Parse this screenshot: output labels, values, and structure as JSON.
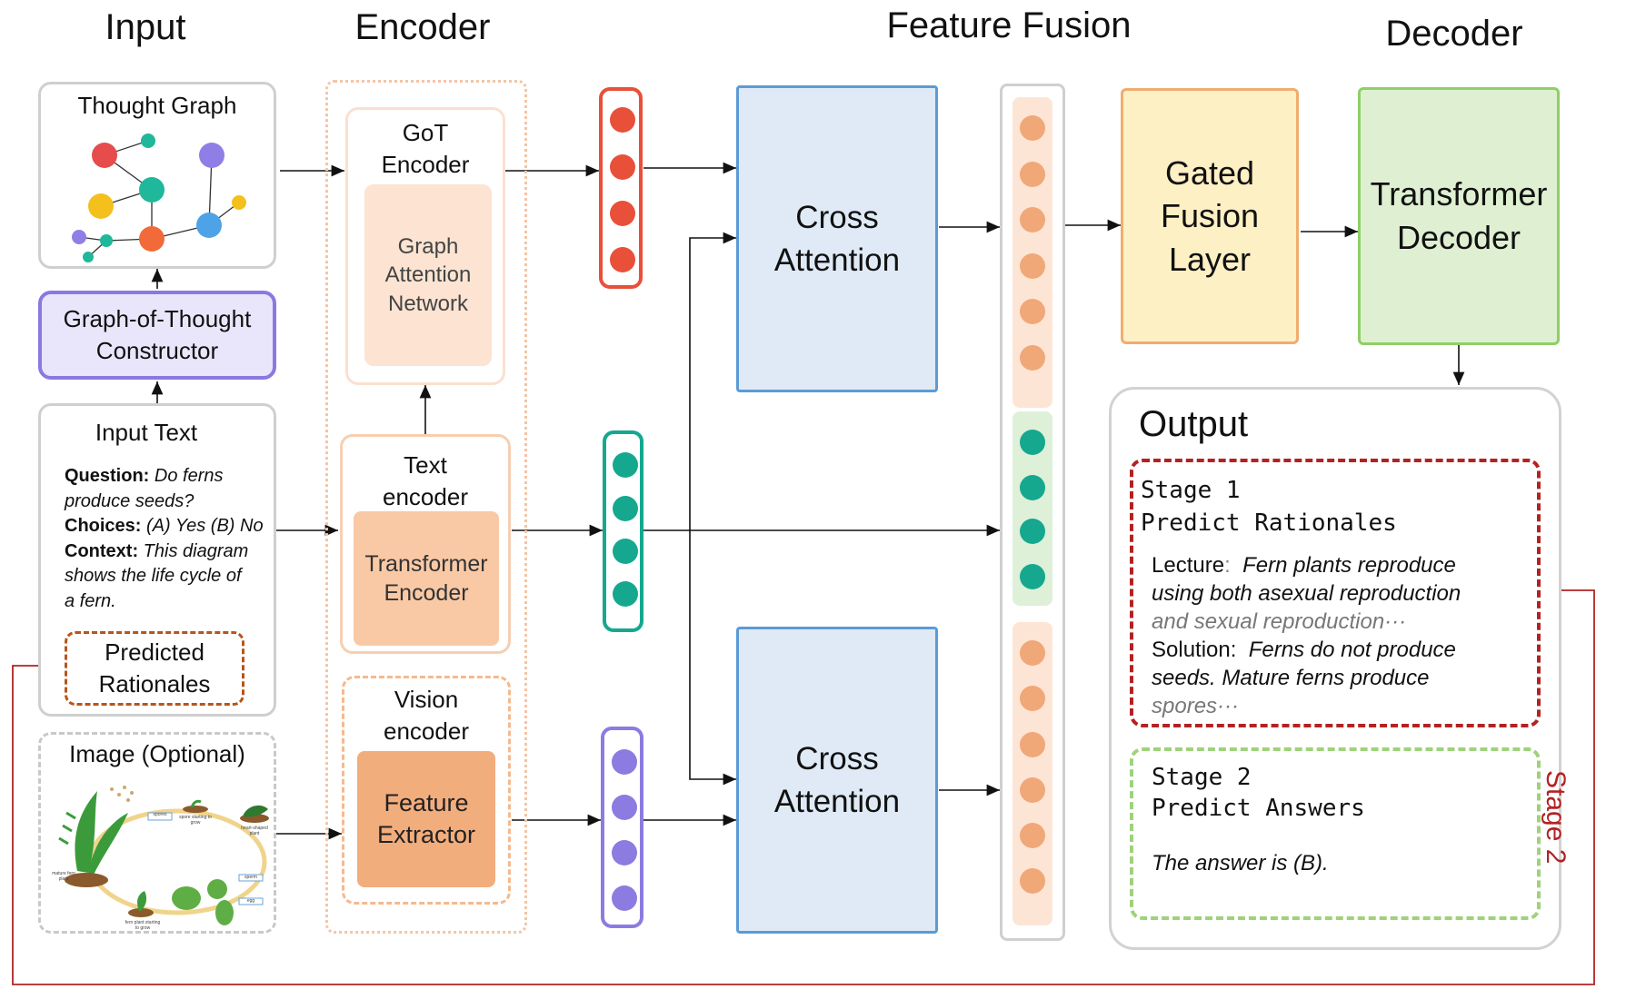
{
  "headers": {
    "input": "Input",
    "encoder": "Encoder",
    "fusion": "Feature Fusion",
    "decoder": "Decoder"
  },
  "input": {
    "thought_graph": "Thought Graph",
    "got_constructor": [
      "Graph-of-Thought",
      "Constructor"
    ],
    "input_text_title": "Input Text",
    "question_label": "Question:",
    "question_text_1": "Do ferns",
    "question_text_2": "produce seeds?",
    "choices_label": "Choices:",
    "choices_text": "(A) Yes (B) No",
    "context_label": "Context:",
    "context_text_1": "This diagram",
    "context_text_2": "shows the life cycle of",
    "context_text_3": "a fern.",
    "predicted_rationales": [
      "Predicted",
      "Rationales"
    ],
    "image_title": "Image (Optional)",
    "image_labels": {
      "spores": "spores",
      "spore_starting": "spore starting to grow",
      "heart_plant": "heart-shaped plant",
      "mature": "mature fern plant",
      "fern_starting": "fern plant starting to grow",
      "sperm": "sperm",
      "egg": "egg"
    }
  },
  "encoder": {
    "got_encoder": [
      "GoT",
      "Encoder"
    ],
    "gat": [
      "Graph",
      "Attention",
      "Network"
    ],
    "text_encoder": [
      "Text",
      "encoder"
    ],
    "transformer_encoder": [
      "Transformer",
      "Encoder"
    ],
    "vision_encoder": [
      "Vision",
      "encoder"
    ],
    "feature_extractor": [
      "Feature",
      "Extractor"
    ]
  },
  "fusion": {
    "cross_attention_top": [
      "Cross",
      "Attention"
    ],
    "cross_attention_bottom": [
      "Cross",
      "Attention"
    ],
    "gated_fusion": [
      "Gated",
      "Fusion",
      "Layer"
    ]
  },
  "decoder": {
    "transformer_decoder": [
      "Transformer",
      "Decoder"
    ]
  },
  "output": {
    "title": "Output",
    "stage1_title": "Stage 1",
    "stage1_subtitle": "Predict Rationales",
    "lecture_label": "Lecture",
    "lecture_colon": ":",
    "lecture_text_1": "Fern plants reproduce",
    "lecture_text_2": "using both asexual reproduction",
    "lecture_text_3": "and sexual reproduction···",
    "solution_label": "Solution",
    "solution_colon": ":",
    "solution_text_1": "Ferns do not produce",
    "solution_text_2": "seeds. Mature ferns produce",
    "solution_text_3": "spores···",
    "stage2_title": "Stage 2",
    "stage2_subtitle": "Predict Answers",
    "answer": "The answer is (B).",
    "stage2_side_label": "Stage 2"
  },
  "colors": {
    "red_vector": "#e8503a",
    "teal_vector": "#15a88f",
    "purple_vector": "#8c7be0",
    "fusion_dot": "#f0a878",
    "cross_attention_fill": "#dfeaf6",
    "cross_attention_border": "#5b9bd5",
    "gated_fill": "#fdf0c4",
    "gated_border": "#f0ad6f",
    "decoder_fill": "#dff0d2",
    "decoder_border": "#8fcf66",
    "constructor_fill": "#e9e6fb",
    "constructor_border": "#8b78e0",
    "stage1_border": "#b32222",
    "stage2_border": "#9fd27a",
    "feedback_line": "#b32222"
  }
}
